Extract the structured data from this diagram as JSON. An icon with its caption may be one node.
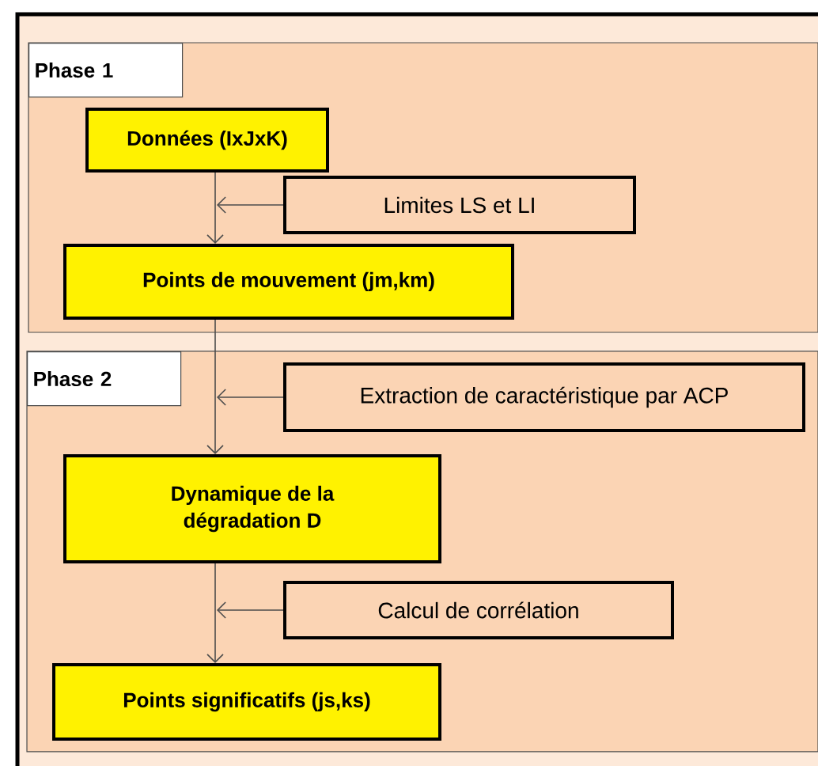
{
  "diagram": {
    "nodes": [
      {
        "text": [
          "Phase 1"
        ]
      },
      {
        "text": [
          "Données (IxJxK)"
        ],
        "in": 0
      },
      {
        "text": [
          "Limites LS et LI"
        ],
        "in": 0
      },
      {
        "text": [
          "Points de mouvement (jm,km)"
        ],
        "in": 0
      },
      {
        "text": [
          "Phase 2"
        ]
      },
      {
        "text": [
          "Extraction de caractéristique par ACP"
        ],
        "in": 4
      },
      {
        "text": [
          "Dynamique de la dégradation D"
        ],
        "in": 4
      },
      {
        "text": [
          "Calcul de corrélation"
        ],
        "in": 4
      },
      {
        "text": [
          "Points significatifs (js,ks)"
        ],
        "in": 4
      }
    ],
    "edges": [
      {
        "from": 1,
        "to": 3,
        "arrow": "to"
      },
      {
        "from": 2,
        "to": null,
        "arrow": "to"
      },
      {
        "from": 3,
        "to": 6,
        "arrow": "to"
      },
      {
        "from": 5,
        "to": null,
        "arrow": "to"
      },
      {
        "from": 6,
        "to": 8,
        "arrow": "to"
      },
      {
        "from": 7,
        "to": null,
        "arrow": "to"
      }
    ]
  }
}
